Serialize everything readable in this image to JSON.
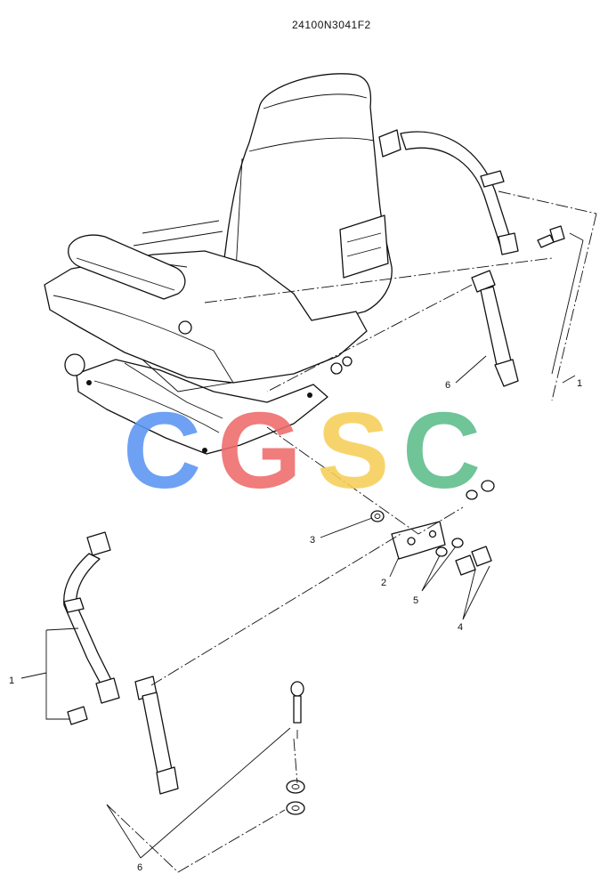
{
  "drawing": {
    "code": "24100N3041F2"
  },
  "watermark": {
    "letters": [
      {
        "char": "C",
        "color": "#5b95f2"
      },
      {
        "char": "G",
        "color": "#ee6b6b"
      },
      {
        "char": "S",
        "color": "#f7cf57"
      },
      {
        "char": "C",
        "color": "#5cbd8a"
      }
    ]
  },
  "callouts": {
    "belt_assembly_right": "1",
    "belt_assembly_left": "1",
    "bracket": "2",
    "washer": "3",
    "bolts": "4",
    "lock_washers": "5",
    "buckle_right": "6",
    "buckle_set_left": "6"
  }
}
